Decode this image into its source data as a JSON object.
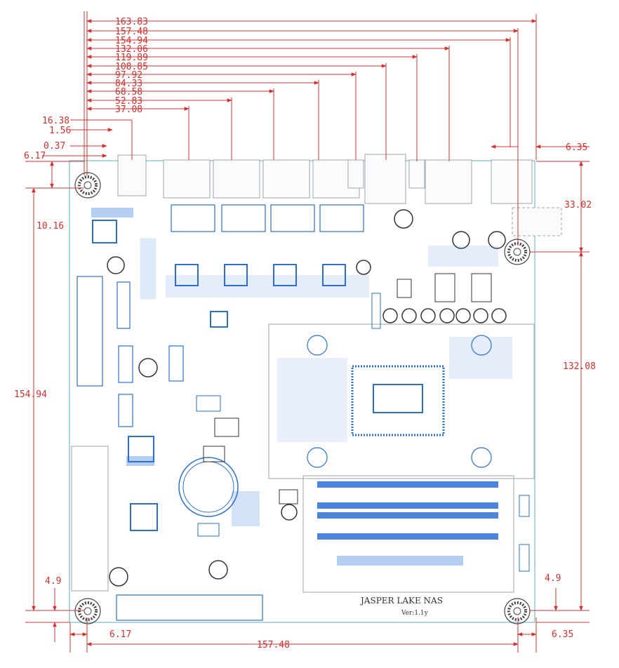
{
  "colors": {
    "dimension": "#d43030",
    "component": "#2a6fd6",
    "board_outline": "#8fcad6",
    "port": "#9aa6b0"
  },
  "top_dimensions": [
    "163.83",
    "157.48",
    "154.94",
    "132.06",
    "119.89",
    "108.85",
    "97.92",
    "84.33",
    "68.58",
    "52.83",
    "37.08"
  ],
  "left_offsets": [
    "16.38",
    "1.56",
    "0.37",
    "6.17"
  ],
  "side_dimensions": {
    "left_mid": "10.16",
    "left_height": "154.94",
    "left_bottom": "4.9",
    "bottom_left": "6.17",
    "bottom_width": "157.48",
    "right_top": "6.35",
    "right_port": "33.02",
    "right_height": "132.08",
    "right_bottom": "4.9",
    "bottom_right": "6.35"
  },
  "board_label": {
    "name": "JASPER LAKE NAS",
    "version": "Ver:1.1y"
  },
  "icons": [
    "mounting-hole-icon",
    "chip-icon",
    "capacitor-icon",
    "connector-icon",
    "ram-slot-icon"
  ]
}
